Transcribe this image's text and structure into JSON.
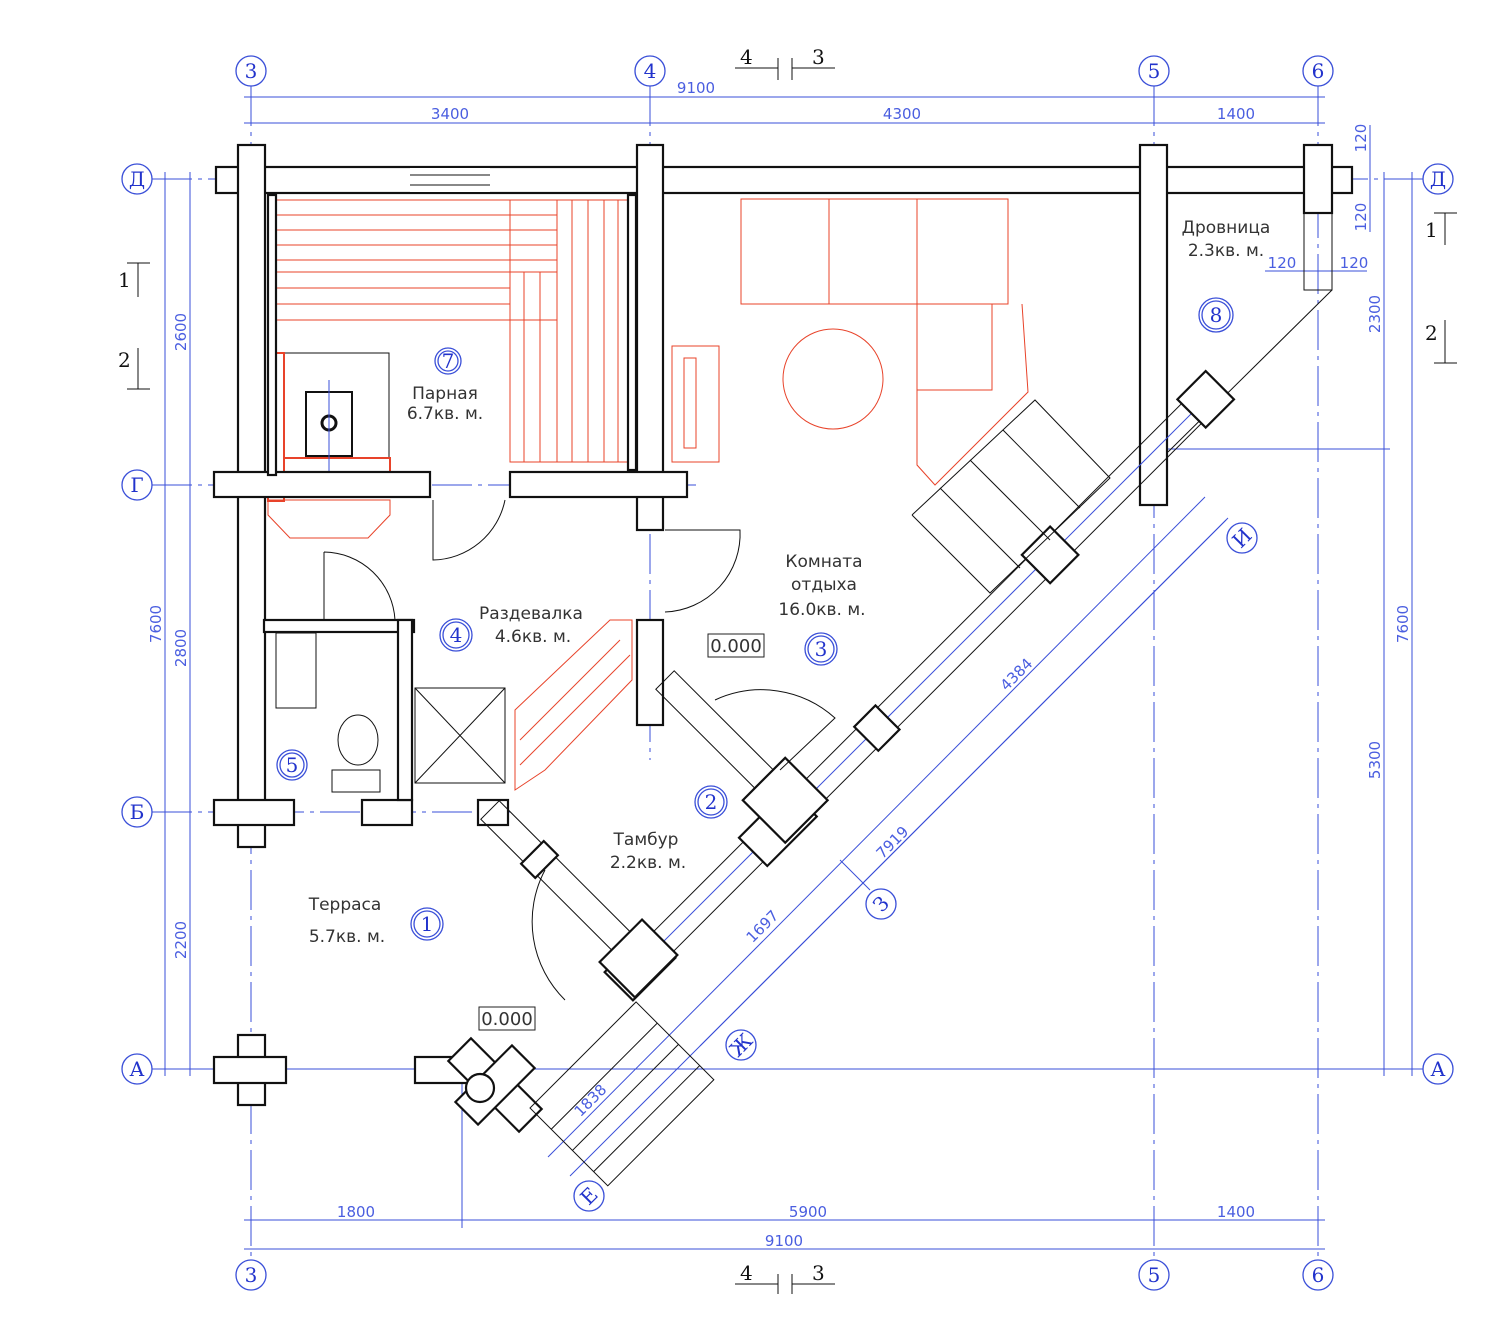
{
  "axes": {
    "columns": [
      "3",
      "4",
      "5",
      "6"
    ],
    "rows": [
      "Д",
      "Г",
      "Б",
      "А"
    ],
    "diagonal": [
      "И",
      "З",
      "Ж",
      "Е"
    ]
  },
  "dimensions": {
    "top_total": "9100",
    "top_parts": [
      "3400",
      "4300",
      "1400"
    ],
    "bottom_total": "9100",
    "bottom_parts": [
      "1800",
      "5900",
      "1400"
    ],
    "left_total": "7600",
    "left_parts": [
      "2600",
      "2800",
      "2200"
    ],
    "right_total": "7600",
    "right_parts": [
      "2300",
      "5300"
    ],
    "small": [
      "120",
      "120",
      "120",
      "120"
    ],
    "diagonal": [
      "4384",
      "7919",
      "1697",
      "1838"
    ]
  },
  "section_marks": {
    "top_left": "4",
    "top_right": "3",
    "bottom_left": "4",
    "bottom_right": "3",
    "left_1": "1",
    "left_2": "2",
    "right_1": "1",
    "right_2": "2"
  },
  "rooms": [
    {
      "num": "1",
      "name": "Терраса",
      "area": "5.7кв. м."
    },
    {
      "num": "2",
      "name": "Тамбур",
      "area": "2.2кв. м."
    },
    {
      "num": "3",
      "name": "Комната",
      "name2": "отдыха",
      "area": "16.0кв. м."
    },
    {
      "num": "4",
      "name": "Раздевалка",
      "area": "4.6кв. м."
    },
    {
      "num": "5"
    },
    {
      "num": "7",
      "name": "Парная",
      "area": "6.7кв. м."
    },
    {
      "num": "8",
      "name": "Дровница",
      "area": "2.3кв. м."
    }
  ],
  "levels": [
    "0.000",
    "0.000"
  ]
}
